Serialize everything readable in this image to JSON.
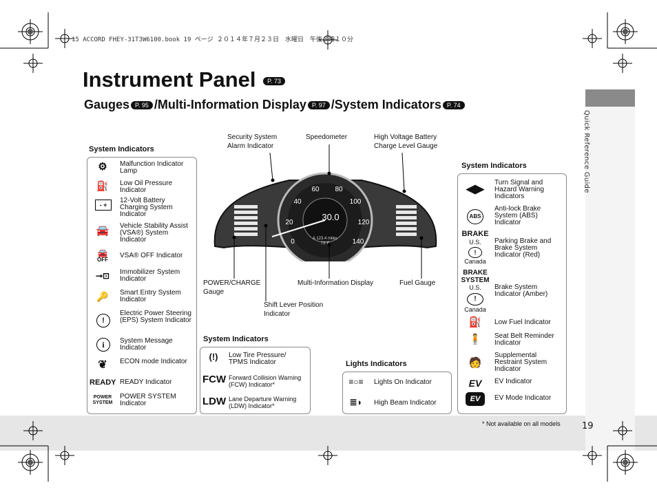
{
  "header": {
    "file_info": "15 ACCORD FHEY-31T3W6100.book  19 ページ  ２０１４年７月２３日　水曜日　午後３時１０分"
  },
  "title": {
    "text": "Instrument Panel",
    "ref": "P. 73"
  },
  "subtitle": {
    "gauges": "Gauges",
    "gauges_ref": "P. 95",
    "mid": "/Multi-Information Display",
    "mid_ref": "P. 97",
    "sys": "/System Indicators",
    "sys_ref": "P. 74"
  },
  "side_tab": "Quick Reference Guide",
  "left_box": {
    "heading": "System Indicators",
    "items": [
      {
        "label": "Malfunction Indicator Lamp",
        "icon": "engine-icon"
      },
      {
        "label": "Low Oil Pressure Indicator",
        "icon": "oil-can-icon"
      },
      {
        "label": "12-Volt Battery Charging System Indicator",
        "icon": "battery-icon"
      },
      {
        "label": "Vehicle Stability Assist (VSA®) System Indicator",
        "icon": "vsa-icon"
      },
      {
        "label": "VSA® OFF Indicator",
        "icon": "vsa-off-icon",
        "icon_text": "OFF"
      },
      {
        "label": "Immobilizer System Indicator",
        "icon": "key-icon"
      },
      {
        "label": "Smart Entry System Indicator",
        "icon": "smart-entry-icon"
      },
      {
        "label": "Electric Power Steering (EPS) System Indicator",
        "icon": "steering-icon"
      },
      {
        "label": "System Message Indicator",
        "icon": "info-icon"
      },
      {
        "label": "ECON mode Indicator",
        "icon": "econ-icon"
      },
      {
        "label": "READY Indicator",
        "icon": "ready-icon",
        "icon_text": "READY"
      },
      {
        "label": "POWER SYSTEM Indicator",
        "icon": "power-system-icon",
        "icon_text": "POWER SYSTEM"
      }
    ]
  },
  "right_box": {
    "heading": "System Indicators",
    "items": [
      {
        "label": "Turn Signal and Hazard Warning Indicators",
        "icon": "turn-signal-icon"
      },
      {
        "label": "Anti-lock Brake System (ABS) Indicator",
        "icon": "abs-icon",
        "icon_text": "ABS"
      },
      {
        "label": "Parking Brake and Brake System Indicator (Red)",
        "icon": "brake-icon",
        "icon_text": "BRAKE",
        "region1": "U.S.",
        "region2": "Canada"
      },
      {
        "label": "Brake System Indicator (Amber)",
        "icon": "brake-system-icon",
        "icon_text": "BRAKE SYSTEM",
        "region1": "U.S.",
        "region2": "Canada"
      },
      {
        "label": "Low Fuel Indicator",
        "icon": "fuel-icon"
      },
      {
        "label": "Seat Belt Reminder Indicator",
        "icon": "seatbelt-icon"
      },
      {
        "label": "Supplemental Restraint System Indicator",
        "icon": "srs-icon"
      },
      {
        "label": "EV Indicator",
        "icon": "ev-icon",
        "icon_text": "EV"
      },
      {
        "label": "EV Mode Indicator",
        "icon": "ev-mode-icon",
        "icon_text": "EV"
      }
    ]
  },
  "bottom_mid_box": {
    "heading": "System Indicators",
    "items": [
      {
        "label": "Low Tire Pressure/ TPMS Indicator",
        "icon": "tpms-icon"
      },
      {
        "label": "Forward Collision Warning (FCW) Indicator*",
        "icon": "fcw-icon",
        "icon_text": "FCW"
      },
      {
        "label": "Lane Departure Warning (LDW) Indicator*",
        "icon": "ldw-icon",
        "icon_text": "LDW"
      }
    ]
  },
  "lights_box": {
    "heading": "Lights Indicators",
    "items": [
      {
        "label": "Lights On Indicator",
        "icon": "lights-on-icon"
      },
      {
        "label": "High Beam Indicator",
        "icon": "high-beam-icon"
      }
    ]
  },
  "callouts": {
    "security": "Security System Alarm Indicator",
    "speedometer": "Speedometer",
    "hv_battery": "High Voltage Battery Charge Level Gauge",
    "power_charge": "POWER/CHARGE Gauge",
    "mid": "Multi-Information Display",
    "fuel": "Fuel Gauge",
    "shift": "Shift Lever Position Indicator"
  },
  "gauge": {
    "speed_labels": [
      "0",
      "20",
      "40",
      "60",
      "80",
      "100",
      "120",
      "140"
    ],
    "digital_speed": "30.0",
    "odometer": "A 123.4 miles",
    "trip": "73°F"
  },
  "footnote": "* Not available on all models",
  "page_number": "19"
}
